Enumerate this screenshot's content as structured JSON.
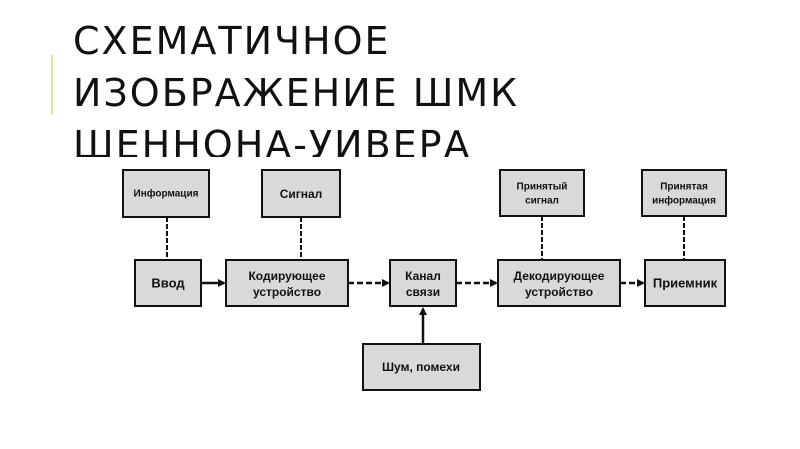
{
  "title": {
    "line1": "СХЕМАТИЧНОЕ",
    "line2": "ИЗОБРАЖЕНИЕ ШМК",
    "line3": "ШЕННОНА-УИВЕРА"
  },
  "diagram": {
    "info": "Информация",
    "signal": "Сигнал",
    "received_signal_1": "Принятый",
    "received_signal_2": "сигнал",
    "received_info_1": "Принятая",
    "received_info_2": "информация",
    "input": "Ввод",
    "encoder_1": "Кодирующее",
    "encoder_2": "устройство",
    "channel_1": "Канал",
    "channel_2": "связи",
    "decoder_1": "Декодирующее",
    "decoder_2": "устройство",
    "receiver": "Приемник",
    "noise": "Шум, помехи"
  },
  "colors": {
    "box_fill": "#d9d9d9",
    "stroke": "#111111",
    "title_text": "#111111",
    "accent": "#e8e0a0"
  }
}
